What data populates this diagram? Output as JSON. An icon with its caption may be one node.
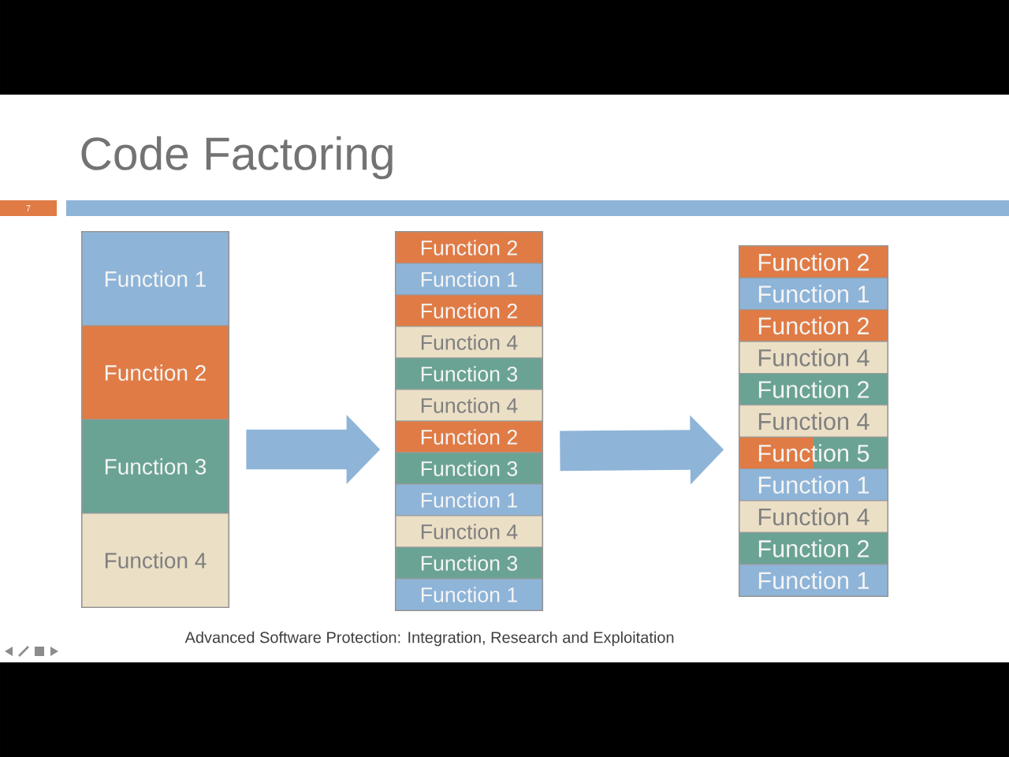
{
  "diagram": {
    "title": "Code Factoring",
    "nodes": [
      {
        "text": [],
        "shape": "box"
      },
      {
        "text": [
          "Function 1"
        ],
        "in": 0
      },
      {
        "text": [
          "Function 2"
        ],
        "in": 0
      },
      {
        "text": [
          "Function 3"
        ],
        "in": 0
      },
      {
        "text": [
          "Function 4"
        ],
        "in": 0
      },
      {
        "text": [],
        "shape": "box"
      },
      {
        "text": [
          "Function 2"
        ],
        "in": 5
      },
      {
        "text": [
          "Function 1"
        ],
        "in": 5
      },
      {
        "text": [
          "Function 2"
        ],
        "in": 5
      },
      {
        "text": [
          "Function 4"
        ],
        "in": 5
      },
      {
        "text": [
          "Function 3"
        ],
        "in": 5
      },
      {
        "text": [
          "Function 4"
        ],
        "in": 5
      },
      {
        "text": [
          "Function 2"
        ],
        "in": 5
      },
      {
        "text": [
          "Function 3"
        ],
        "in": 5
      },
      {
        "text": [
          "Function 1"
        ],
        "in": 5
      },
      {
        "text": [
          "Function 4"
        ],
        "in": 5
      },
      {
        "text": [
          "Function 3"
        ],
        "in": 5
      },
      {
        "text": [
          "Function 1"
        ],
        "in": 5
      },
      {
        "text": [],
        "shape": "box"
      },
      {
        "text": [
          "Function 2"
        ],
        "in": 18
      },
      {
        "text": [
          "Function 1"
        ],
        "in": 18
      },
      {
        "text": [
          "Function 2"
        ],
        "in": 18
      },
      {
        "text": [
          "Function 4"
        ],
        "in": 18
      },
      {
        "text": [
          "Function 2"
        ],
        "in": 18
      },
      {
        "text": [
          "Function 4"
        ],
        "in": 18
      },
      {
        "text": [
          "Function 5"
        ],
        "in": 18
      },
      {
        "text": [
          "Function 1"
        ],
        "in": 18
      },
      {
        "text": [
          "Function 4"
        ],
        "in": 18
      },
      {
        "text": [
          "Function 2"
        ],
        "in": 18
      },
      {
        "text": [
          "Function 1"
        ],
        "in": 18
      }
    ],
    "edges": [
      {
        "from": 0,
        "to": 5,
        "arrow": "to"
      },
      {
        "from": 5,
        "to": 18,
        "arrow": "to"
      }
    ],
    "labels": [
      "7",
      "Advanced Software Protection: Integration, Research and Exploitation"
    ]
  }
}
